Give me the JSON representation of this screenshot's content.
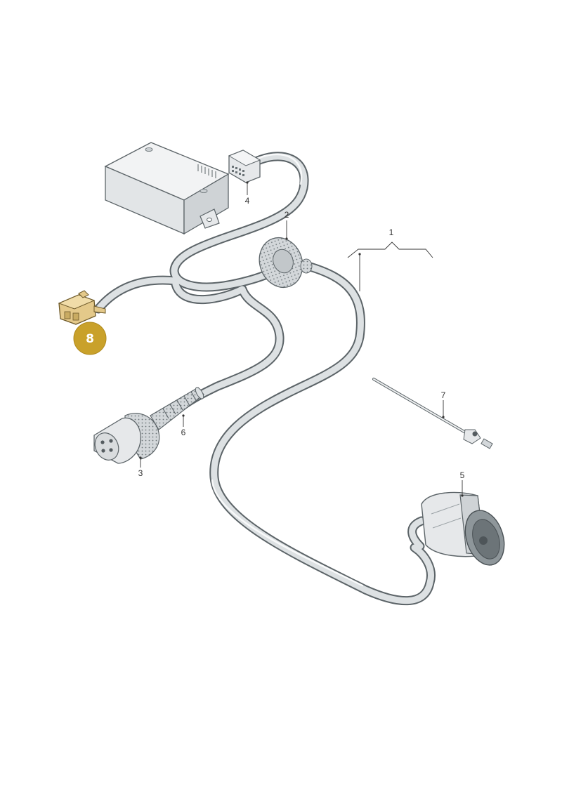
{
  "callouts": {
    "part_1": "1",
    "part_2": "2",
    "part_3": "3",
    "part_4": "4",
    "part_5": "5",
    "part_6": "6",
    "part_7": "7"
  },
  "highlight": {
    "label": "8",
    "color": "#c9a12a"
  },
  "colors": {
    "cable_outline": "#5c6468",
    "cable_fill": "#dde1e3",
    "part_fill": "#e6e8ea",
    "highlight_part": "#e4c98a"
  }
}
